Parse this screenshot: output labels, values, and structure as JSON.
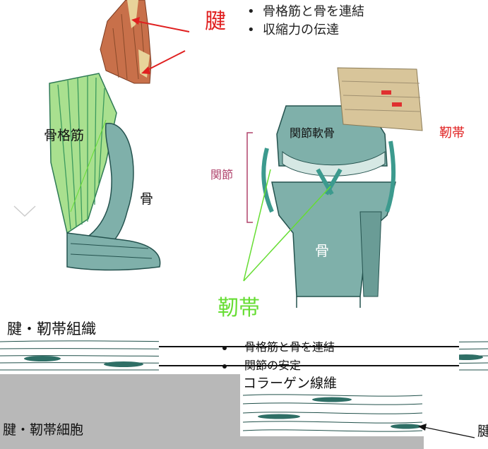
{
  "header": {
    "tendon_label": "腱",
    "bullets": [
      "骨格筋と骨を連結",
      "収縮力の伝達"
    ]
  },
  "diagram": {
    "muscle_label": "骨格筋",
    "bone_label_left": "骨",
    "cartilage_label": "関節軟骨",
    "joint_label": "関節",
    "bone_label_right": "骨",
    "ligament_label": "靭帯",
    "right_edge_fragment": "靭帯"
  },
  "tissue": {
    "heading": "腱・靭帯組織",
    "bullets": [
      "骨格筋と骨を連結",
      "関節の安定"
    ],
    "collagen_label": "コラーゲン線維",
    "cell_label": "腱・靭帯細胞",
    "right_fragment": "腱"
  },
  "colors": {
    "red": "#e02020",
    "green": "#66dd33",
    "pink": "#b0436c",
    "bone": "#7fb0aa",
    "muscle": "#c8704a",
    "tissue_bg": "#b8b8b8"
  }
}
